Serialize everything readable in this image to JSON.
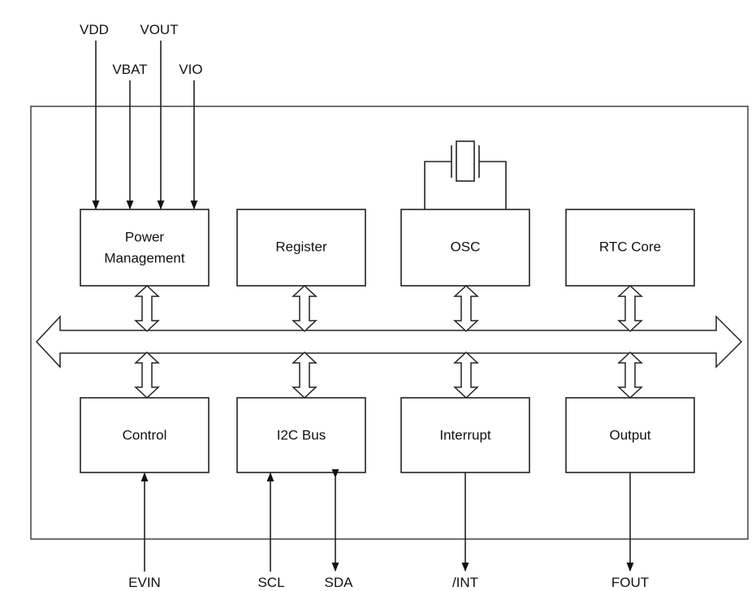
{
  "blocks": {
    "power_management": [
      "Power",
      "Management"
    ],
    "register": "Register",
    "osc": "OSC",
    "rtc_core": "RTC Core",
    "control": "Control",
    "i2c_bus": "I2C Bus",
    "interrupt": "Interrupt",
    "output": "Output"
  },
  "pins": {
    "vdd": "VDD",
    "vout": "VOUT",
    "vbat": "VBAT",
    "vio": "VIO",
    "evin": "EVIN",
    "scl": "SCL",
    "sda": "SDA",
    "int": "/INT",
    "fout": "FOUT"
  }
}
